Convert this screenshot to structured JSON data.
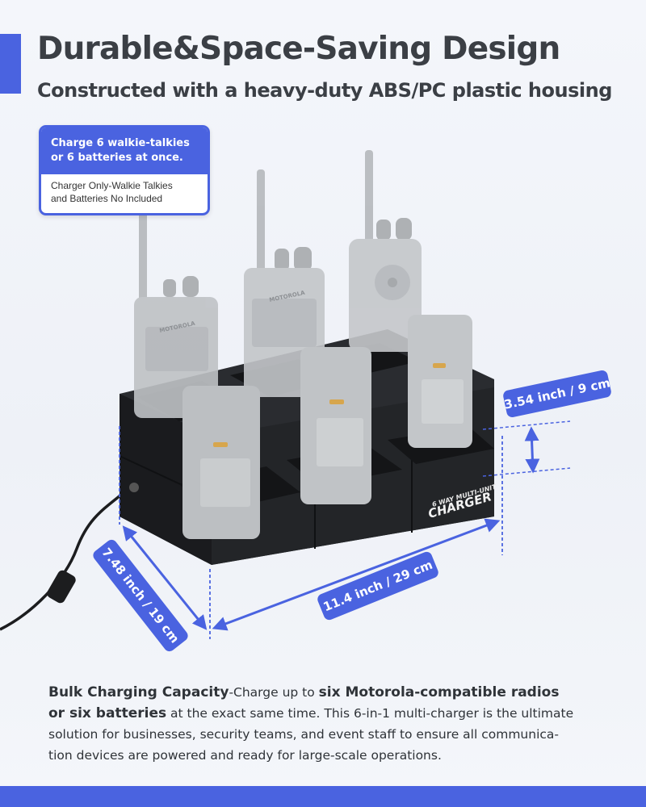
{
  "header": {
    "title": "Durable&Space-Saving Design",
    "subtitle": "Constructed with a heavy-duty ABS/PC plastic housing"
  },
  "callout": {
    "headline_line1": "Charge 6 walkie-talkies",
    "headline_line2": "or 6 batteries at once.",
    "note_line1": "Charger Only-Walkie Talkies",
    "note_line2": "and Batteries No Included"
  },
  "product": {
    "charger_label_small": "6 WAY MULTI-UNIT",
    "charger_label_large": "CHARGER",
    "radio_brand": "MOTOROLA"
  },
  "dimensions": {
    "height": "3.54 inch / 9 cm",
    "width": "11.4 inch / 29 cm",
    "depth": "7.48 inch / 19 cm"
  },
  "description": {
    "line1_bold1": "Bulk Charging Capacity",
    "line1_text1": "-Charge up to ",
    "line1_bold2": "six Motorola-compatible radios",
    "line2_bold": "or six batteries",
    "line2_text": " at the exact same time. This 6-in-1 multi-charger is the ultimate",
    "line3": "solution for businesses, security teams, and event staff to ensure all communica-",
    "line4": "tion devices are powered and ready for large-scale operations."
  },
  "colors": {
    "accent": "#4a63e0",
    "heading_text": "#3b3f45",
    "charger_body": "#1f2124",
    "device_gray": "#b5b8bb"
  }
}
